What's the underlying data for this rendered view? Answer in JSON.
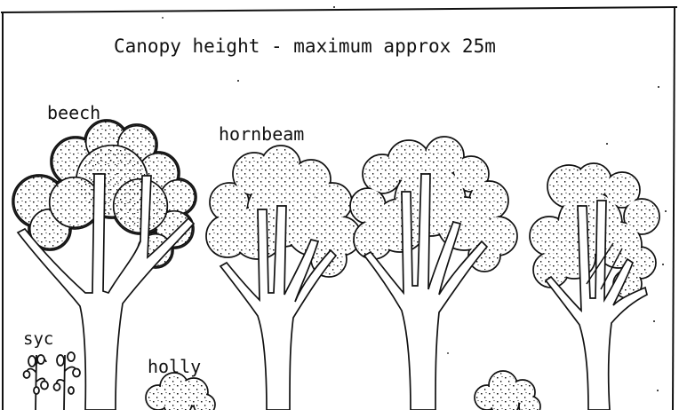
{
  "diagram": {
    "title": "Canopy height - maximum approx 25m",
    "labels": {
      "beech": "beech",
      "hornbeam": "hornbeam",
      "sycamore": "syc",
      "holly": "holly"
    },
    "trees": [
      {
        "species": "beech",
        "layer": "canopy"
      },
      {
        "species": "hornbeam",
        "layer": "canopy"
      },
      {
        "species": "hornbeam",
        "layer": "canopy"
      },
      {
        "species": "hornbeam",
        "layer": "canopy"
      },
      {
        "species": "sycamore",
        "layer": "ground"
      },
      {
        "species": "holly",
        "layer": "understorey"
      },
      {
        "species": "holly",
        "layer": "understorey"
      }
    ],
    "colors": {
      "ink": "#111111",
      "paper": "#ffffff"
    }
  }
}
